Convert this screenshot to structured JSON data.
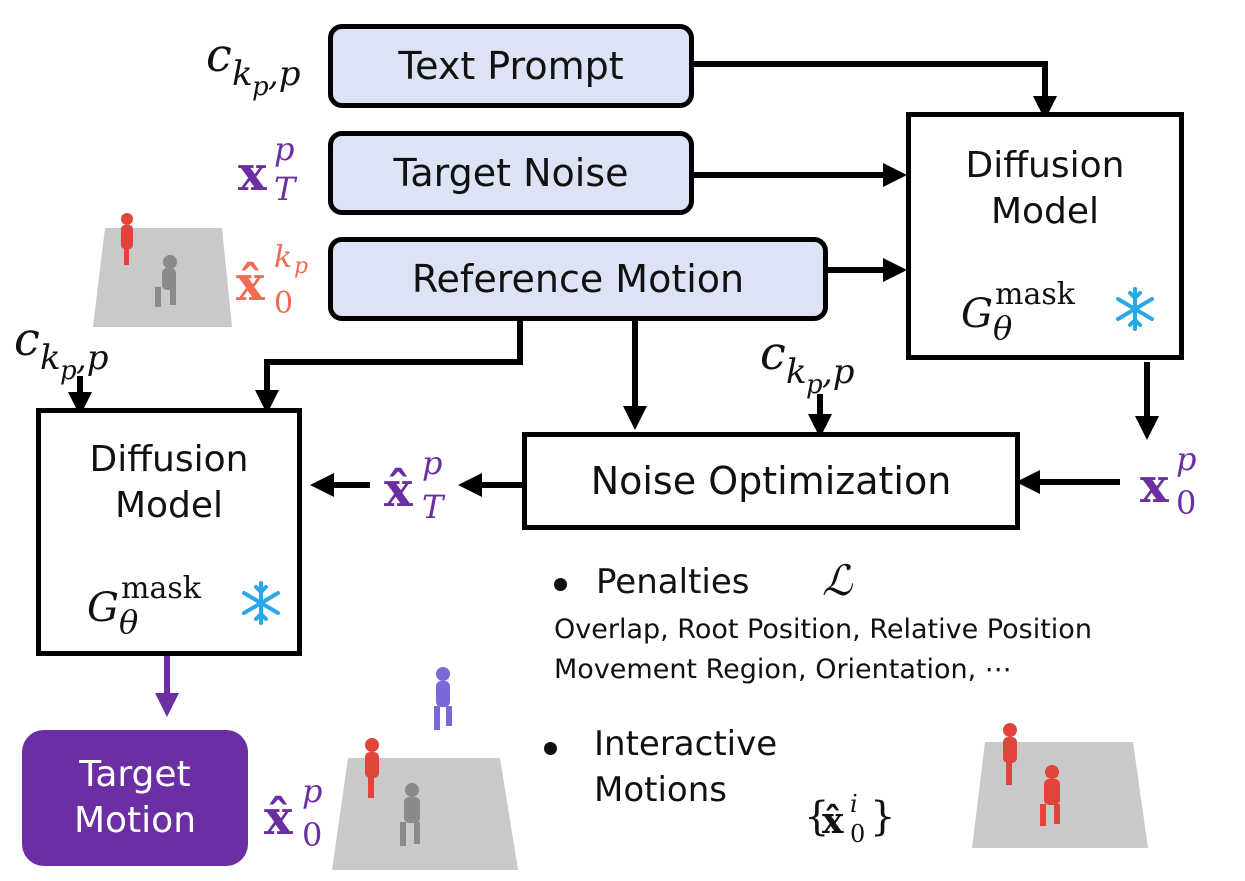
{
  "boxes": {
    "text_prompt": "Text Prompt",
    "target_noise": "Target Noise",
    "reference_motion": "Reference Motion",
    "noise_optimization": "Noise Optimization",
    "diffusion_model_line1": "Diffusion",
    "diffusion_model_line2": "Model",
    "target_motion_line1": "Target",
    "target_motion_line2": "Motion"
  },
  "model_symbol": {
    "base": "G",
    "sub": "θ",
    "sup": "mask"
  },
  "math": {
    "c_base": "c",
    "c_sub": "k",
    "c_subsub": "p",
    "c_comma": ",p",
    "x_base": "x",
    "x_hat_base": "x̂",
    "sup_p": "p",
    "sub_T": "T",
    "sub_0": "0",
    "sup_kp_k": "k",
    "sup_kp_p": "p",
    "sup_i": "i",
    "set_open": "{",
    "set_close": "}"
  },
  "penalties": {
    "title": "Penalties",
    "symbol": "ℒ",
    "line1": "Overlap, Root Position, Relative Position",
    "line2": "Movement Region, Orientation, ⋯"
  },
  "interactive": {
    "line1": "Interactive",
    "line2": "Motions"
  },
  "colors": {
    "box_fill": "#dbe3f4",
    "purple": "#6b2fa3",
    "coral": "#f06b53",
    "snow": "#29a8e8"
  },
  "icons": [
    "snowflake-icon"
  ]
}
